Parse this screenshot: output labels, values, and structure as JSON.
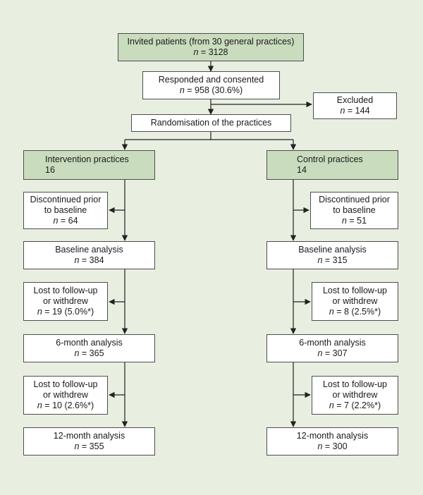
{
  "boxes": {
    "invited": {
      "title": "Invited patients (from 30 general practices)",
      "n": "3128"
    },
    "responded": {
      "title": "Responded and consented",
      "n": "958 (30.6%)"
    },
    "excluded": {
      "title": "Excluded",
      "n": "144"
    },
    "randomisation": {
      "title": "Randomisation of the practices"
    },
    "intervention": {
      "title": "Intervention practices",
      "count": "16"
    },
    "control": {
      "title": "Control practices",
      "count": "14"
    },
    "int_discontinued": {
      "line1": "Discontinued prior",
      "line2": "to baseline",
      "n": "64"
    },
    "ctl_discontinued": {
      "line1": "Discontinued prior",
      "line2": "to baseline",
      "n": "51"
    },
    "int_baseline": {
      "title": "Baseline analysis",
      "n": "384"
    },
    "ctl_baseline": {
      "title": "Baseline analysis",
      "n": "315"
    },
    "int_lost1": {
      "line1": "Lost to follow-up",
      "line2": "or withdrew",
      "n": "19 (5.0%*)"
    },
    "ctl_lost1": {
      "line1": "Lost to follow-up",
      "line2": "or withdrew",
      "n": "8 (2.5%*)"
    },
    "int_6month": {
      "title": "6-month analysis",
      "n": "365"
    },
    "ctl_6month": {
      "title": "6-month analysis",
      "n": "307"
    },
    "int_lost2": {
      "line1": "Lost to follow-up",
      "line2": "or withdrew",
      "n": "10 (2.6%*)"
    },
    "ctl_lost2": {
      "line1": "Lost to follow-up",
      "line2": "or withdrew",
      "n": "7 (2.2%*)"
    },
    "int_12month": {
      "title": "12-month analysis",
      "n": "355"
    },
    "ctl_12month": {
      "title": "12-month analysis",
      "n": "300"
    }
  },
  "n_label": "n",
  "n_equals": " = "
}
